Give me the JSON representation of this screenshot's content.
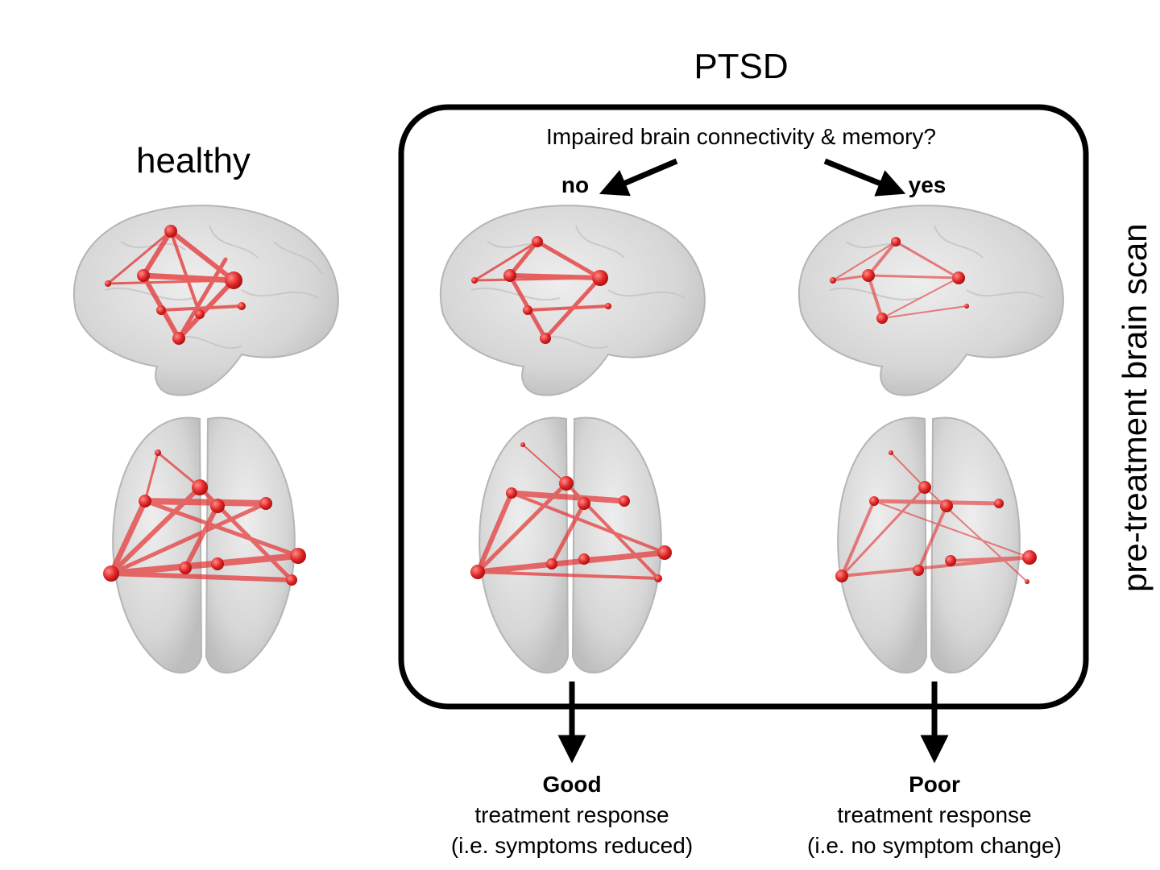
{
  "header": {
    "group_title": "PTSD"
  },
  "healthy": {
    "label": "healthy"
  },
  "ptsd_box": {
    "question": "Impaired brain connectivity & memory?",
    "branch_no": "no",
    "branch_yes": "yes"
  },
  "side_label": "pre-treatment brain scan",
  "outcomes": {
    "good": {
      "title": "Good",
      "line1": "treatment response",
      "line2": "(i.e. symptoms reduced)"
    },
    "poor": {
      "title": "Poor",
      "line1": "treatment response",
      "line2": "(i.e. no symptom change)"
    }
  },
  "colors": {
    "brain": "#d9d9d9",
    "network": "#e53232",
    "frame": "#000000"
  }
}
